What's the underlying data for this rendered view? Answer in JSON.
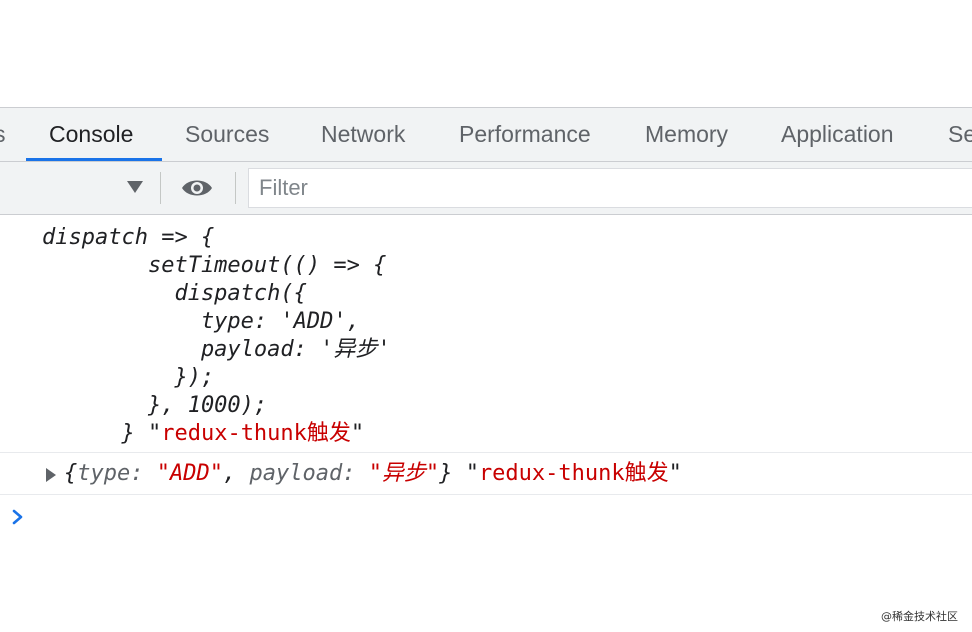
{
  "tabs": [
    {
      "label": "s"
    },
    {
      "label": "Console"
    },
    {
      "label": "Sources"
    },
    {
      "label": "Network"
    },
    {
      "label": "Performance"
    },
    {
      "label": "Memory"
    },
    {
      "label": "Application"
    },
    {
      "label": "Se"
    }
  ],
  "toolbar": {
    "filter_placeholder": "Filter",
    "icons": [
      "chevron-down-icon",
      "eye-icon"
    ]
  },
  "console": {
    "code_lines": [
      {
        "code": "dispatch => {"
      },
      {
        "code": "        setTimeout(() => {"
      },
      {
        "code": "          dispatch({"
      },
      {
        "code": "            type: 'ADD',"
      },
      {
        "code": "            payload: '异步'"
      },
      {
        "code": "          });"
      },
      {
        "code": "        }, 1000);"
      },
      {
        "code": "      } ",
        "quote_open": "\"",
        "str": "redux-thunk触发",
        "quote_close": "\""
      }
    ],
    "object_entry": {
      "open_brace": "{",
      "type_key": "type",
      "type_value": "\"ADD\"",
      "payload_key": "payload",
      "payload_value": "\"异步\"",
      "close_brace": "}",
      "str_open": "\"",
      "str": "redux-thunk触发",
      "str_close": "\""
    }
  },
  "watermark": "@稀金技术社区",
  "colors": {
    "accent": "#1a73e8",
    "string_red": "#c80000",
    "toolbar_bg": "#f1f3f4"
  }
}
